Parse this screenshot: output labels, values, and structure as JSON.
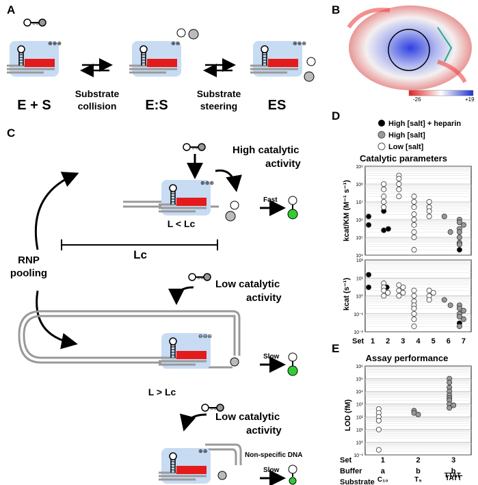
{
  "panels": {
    "A": "A",
    "B": "B",
    "C": "C",
    "D": "D",
    "E": "E"
  },
  "panelA": {
    "state1": "E + S",
    "state2": "E:S",
    "state3": "ES",
    "step1": [
      "Substrate",
      "collision"
    ],
    "step2": [
      "Substrate",
      "steering"
    ]
  },
  "panelB": {
    "scale_min": "-26",
    "scale_max": "+19",
    "colors": {
      "negative": "#e02020",
      "neutral": "#ffffff",
      "positive": "#2030d0"
    }
  },
  "panelC": {
    "top_title": [
      "High catalytic",
      "activity"
    ],
    "top_label": "Fast",
    "top_len": "L < Lc",
    "lc_label": "Lc",
    "pooling": [
      "RNP",
      "pooling"
    ],
    "mid_title": [
      "Low catalytic",
      "activity"
    ],
    "mid_label": "Slow",
    "mid_len": "L > Lc",
    "bot_title": [
      "Low catalytic",
      "activity"
    ],
    "bot_note": "Non-specific DNA",
    "bot_label": "Slow"
  },
  "panelD": {
    "legend": [
      "High [salt] + heparin",
      "High [salt]",
      "Low [salt]"
    ],
    "title": "Catalytic parameters",
    "ylabel_top": "kcat/KM (M⁻¹ s⁻¹)",
    "ylabel_bottom": "kcat (s⁻¹)",
    "xlabel": "Set",
    "sets": [
      "1",
      "2",
      "3",
      "4",
      "5",
      "6",
      "7"
    ],
    "top_ticks": [
      "10⁹",
      "10⁸",
      "10⁷",
      "10⁶",
      "10⁵",
      "10⁴"
    ],
    "bottom_ticks": [
      "10²",
      "10¹",
      "10⁰",
      "10⁻¹",
      "10⁻²"
    ]
  },
  "panelE": {
    "title": "Assay performance",
    "ylabel": "LOD (fM)",
    "ticks": [
      "10⁶",
      "10⁵",
      "10⁴",
      "10³",
      "10²",
      "10¹",
      "10⁰",
      "10⁻¹"
    ],
    "row_labels": [
      "Set",
      "Buffer",
      "Substrate"
    ],
    "cols": [
      {
        "set": "1",
        "buffer": "a",
        "substrate": [
          "C₁₀"
        ]
      },
      {
        "set": "2",
        "buffer": "b",
        "substrate": [
          "T₅"
        ]
      },
      {
        "set": "3",
        "buffer": "b",
        "substrate": [
          "TTAT-",
          "TATT"
        ]
      }
    ]
  },
  "chart_data": [
    {
      "type": "scatter",
      "title": "Catalytic parameters",
      "ylabel": "kcat/KM (M⁻¹ s⁻¹)",
      "yscale": "log",
      "ylim": [
        10000,
        1000000000
      ],
      "categories": [
        "1",
        "2",
        "3",
        "4",
        "5",
        "6",
        "7"
      ],
      "series": [
        {
          "name": "High [salt] + heparin",
          "points": [
            [
              1,
              1500000.0
            ],
            [
              1,
              500000.0
            ],
            [
              2,
              3000000.0
            ],
            [
              2,
              250000.0
            ],
            [
              2.3,
              300000.0
            ],
            [
              7,
              20000.0
            ]
          ]
        },
        {
          "name": "High [salt]",
          "points": [
            [
              6,
              1500000.0
            ],
            [
              6.4,
              200000.0
            ],
            [
              7,
              1000000.0
            ],
            [
              7,
              700000.0
            ],
            [
              7,
              500000.0
            ],
            [
              7,
              300000.0
            ],
            [
              7,
              200000.0
            ],
            [
              7,
              100000.0
            ],
            [
              7,
              50000.0
            ],
            [
              7,
              40000.0
            ]
          ]
        },
        {
          "name": "Low [salt]",
          "points": [
            [
              2,
              100000000.0
            ],
            [
              2,
              50000000.0
            ],
            [
              2,
              20000000.0
            ],
            [
              2,
              10000000.0
            ],
            [
              2,
              5000000.0
            ],
            [
              3,
              300000000.0
            ],
            [
              3,
              200000000.0
            ],
            [
              3,
              100000000.0
            ],
            [
              3,
              50000000.0
            ],
            [
              3,
              20000000.0
            ],
            [
              4,
              20000000.0
            ],
            [
              4,
              10000000.0
            ],
            [
              4,
              5000000.0
            ],
            [
              4,
              2000000.0
            ],
            [
              4,
              1000000.0
            ],
            [
              4,
              500000.0
            ],
            [
              4,
              200000.0
            ],
            [
              4,
              100000.0
            ],
            [
              4,
              20000.0
            ],
            [
              5,
              10000000.0
            ],
            [
              5,
              5000000.0
            ],
            [
              5,
              3000000.0
            ],
            [
              5,
              1500000.0
            ]
          ]
        }
      ]
    },
    {
      "type": "scatter",
      "ylabel": "kcat (s⁻¹)",
      "yscale": "log",
      "ylim": [
        0.01,
        100
      ],
      "categories": [
        "1",
        "2",
        "3",
        "4",
        "5",
        "6",
        "7"
      ],
      "series": [
        {
          "name": "High [salt] + heparin",
          "points": [
            [
              1,
              15
            ],
            [
              1,
              3
            ],
            [
              2.2,
              3
            ],
            [
              7,
              0.03
            ]
          ]
        },
        {
          "name": "High [salt]",
          "points": [
            [
              6,
              0.6
            ],
            [
              6.4,
              0.3
            ],
            [
              7,
              0.3
            ],
            [
              7,
              0.2
            ],
            [
              7,
              0.15
            ],
            [
              7,
              0.1
            ],
            [
              7,
              0.07
            ],
            [
              7,
              0.05
            ],
            [
              7,
              0.02
            ]
          ]
        },
        {
          "name": "Low [salt]",
          "points": [
            [
              2,
              5
            ],
            [
              2,
              3
            ],
            [
              2,
              2
            ],
            [
              2,
              1.5
            ],
            [
              2,
              1
            ],
            [
              3,
              4
            ],
            [
              3,
              3
            ],
            [
              3,
              2
            ],
            [
              3,
              1.5
            ],
            [
              3,
              1
            ],
            [
              4,
              2
            ],
            [
              4,
              1
            ],
            [
              4,
              0.5
            ],
            [
              4,
              0.3
            ],
            [
              4,
              0.2
            ],
            [
              4,
              0.1
            ],
            [
              4,
              0.05
            ],
            [
              4,
              0.02
            ],
            [
              5,
              2
            ],
            [
              5,
              1.5
            ],
            [
              5,
              1
            ],
            [
              5,
              0.6
            ]
          ]
        }
      ]
    },
    {
      "type": "scatter",
      "title": "Assay performance",
      "ylabel": "LOD (fM)",
      "yscale": "log",
      "ylim": [
        0.1,
        1000000
      ],
      "categories": [
        "1",
        "2",
        "3"
      ],
      "series": [
        {
          "name": "Set 1",
          "points": [
            [
              1,
              400
            ],
            [
              1,
              200
            ],
            [
              1,
              100
            ],
            [
              1,
              50
            ],
            [
              1,
              10
            ],
            [
              1,
              0.25
            ]
          ]
        },
        {
          "name": "Set 2",
          "points": [
            [
              2,
              300
            ],
            [
              2,
              200
            ],
            [
              2,
              150
            ]
          ]
        },
        {
          "name": "Set 3",
          "points": [
            [
              3,
              100000.0
            ],
            [
              3,
              50000.0
            ],
            [
              3,
              20000.0
            ],
            [
              3,
              10000.0
            ],
            [
              3,
              5000.0
            ],
            [
              3,
              3000.0
            ],
            [
              3,
              2000.0
            ],
            [
              3,
              1000.0
            ],
            [
              3,
              800
            ],
            [
              3,
              500
            ]
          ]
        }
      ]
    }
  ]
}
